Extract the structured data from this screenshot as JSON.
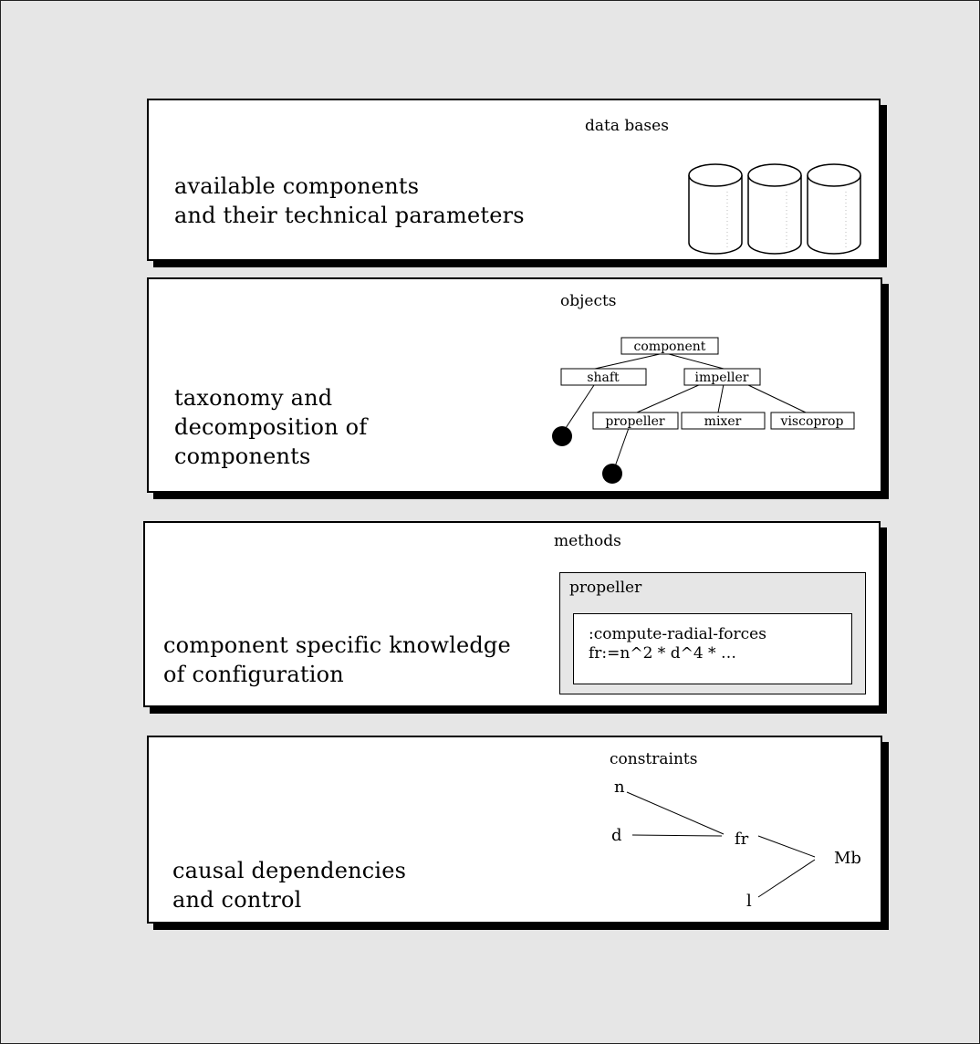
{
  "panels": {
    "databases": {
      "heading": "data bases",
      "description": [
        "available components",
        "and their technical parameters"
      ],
      "databases": 3
    },
    "objects": {
      "heading": "objects",
      "description": [
        "taxonomy and",
        "decomposition of",
        "components"
      ],
      "nodes": {
        "component": "component",
        "shaft": "shaft",
        "impeller": "impeller",
        "propeller": "propeller",
        "mixer": "mixer",
        "viscoprop": "viscoprop"
      }
    },
    "methods": {
      "heading": "methods",
      "description": [
        "component specific knowledge",
        "of configuration"
      ],
      "class_name": "propeller",
      "method_lines": [
        ":compute-radial-forces",
        "fr:=n^2 * d^4 * …"
      ]
    },
    "constraints": {
      "heading": "constraints",
      "description": [
        "causal dependencies",
        "and control"
      ],
      "variables": {
        "n": "n",
        "d": "d",
        "fr": "fr",
        "l": "l",
        "Mb": "Mb"
      }
    }
  }
}
